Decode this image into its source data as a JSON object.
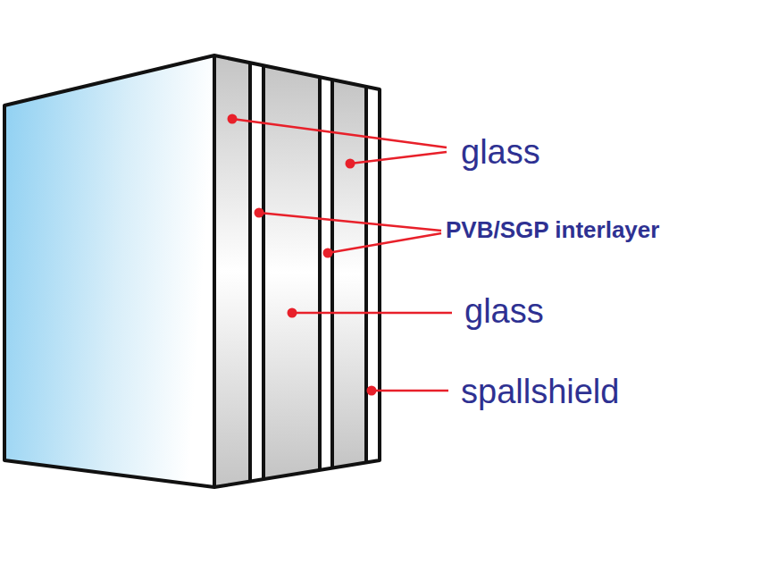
{
  "diagram": {
    "labels": [
      "glass",
      "PVB/SGP interlayer",
      "glass",
      "spallshield"
    ]
  }
}
